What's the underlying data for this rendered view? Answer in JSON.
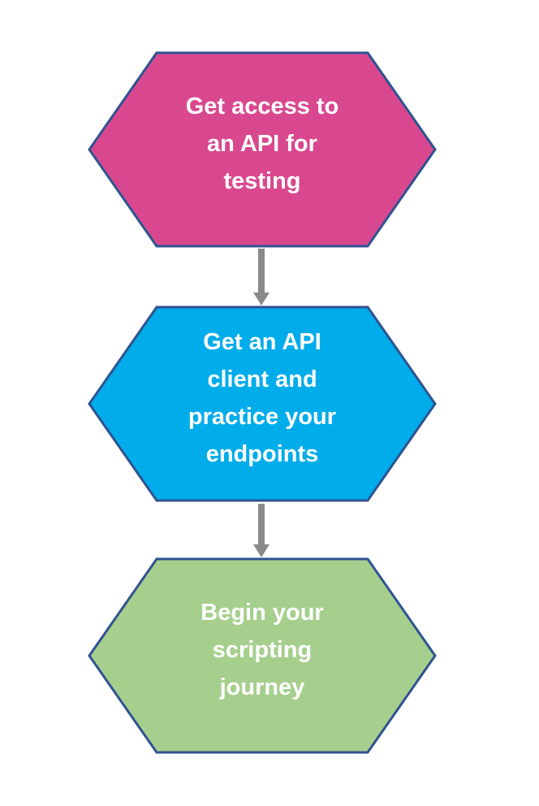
{
  "diagram": {
    "type": "flowchart",
    "direction": "top-to-bottom",
    "shape": "hexagon",
    "background_color": "#FFFFFF",
    "border_color": "#2F5391",
    "text_color": "#FFFFFF",
    "connector_color": "#8A8A8A",
    "steps": [
      {
        "order": 1,
        "text": "Get access to an API for testing",
        "lines": [
          "Get access to",
          "an API for",
          "testing"
        ],
        "fill": "#D9488F"
      },
      {
        "order": 2,
        "text": "Get an API client and practice your endpoints",
        "lines": [
          "Get an API",
          "client and",
          "practice your",
          "endpoints"
        ],
        "fill": "#00ACEA"
      },
      {
        "order": 3,
        "text": "Begin your scripting journey",
        "lines": [
          "Begin your",
          "scripting",
          "journey"
        ],
        "fill": "#A6CF8D"
      }
    ],
    "connectors": [
      {
        "from": 1,
        "to": 2,
        "direction": "down"
      },
      {
        "from": 2,
        "to": 3,
        "direction": "down"
      }
    ]
  }
}
